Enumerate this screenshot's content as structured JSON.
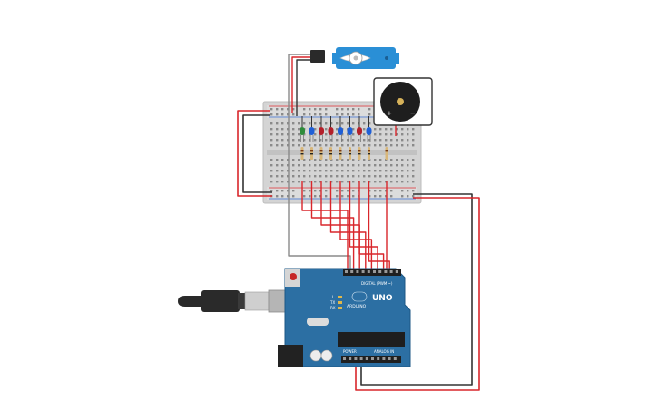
{
  "arduino": {
    "brand": "ARDUINO",
    "model": "UNO",
    "label_digital": "DIGITAL (PWM ~)",
    "label_power": "POWER",
    "label_analog": "ANALOG IN",
    "label_tx": "TX",
    "label_rx": "RX",
    "label_led": "L"
  },
  "breadboard": {
    "rows": 10,
    "led_count": 8
  },
  "leds": [
    {
      "color": "#2e8b3a"
    },
    {
      "color": "#1f5fd6"
    },
    {
      "color": "#b3202a"
    },
    {
      "color": "#b3202a"
    },
    {
      "color": "#1f5fd6"
    },
    {
      "color": "#1f5fd6"
    },
    {
      "color": "#b3202a"
    },
    {
      "color": "#1f5fd6"
    }
  ],
  "buzzer": {
    "plus": "+",
    "minus": "−"
  },
  "colors": {
    "wire_red": "#d9262b",
    "wire_black": "#333333",
    "wire_gray": "#8a8a8a",
    "board_blue": "#2c6fa3",
    "breadboard": "#d9d9d9",
    "servo_blue": "#2a8fd6"
  }
}
